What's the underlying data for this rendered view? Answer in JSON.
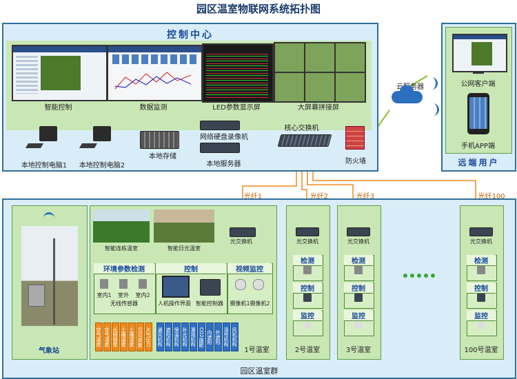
{
  "title": "园区温室物联网系统拓扑图",
  "control_center": {
    "header": "控制中心",
    "screens": [
      {
        "label": "智能控制"
      },
      {
        "label": "数据监测"
      },
      {
        "label": "LED参数显示屏"
      },
      {
        "label": "大屏幕拼接屏"
      }
    ],
    "devices": {
      "pc1": "本地控制电脑1",
      "pc2": "本地控制电脑2",
      "storage": "本地存储",
      "nvr": "网络硬盘录像机",
      "server": "本地服务器",
      "core_switch": "核心交换机",
      "firewall": "防火墙"
    }
  },
  "cloud": {
    "label": "云服务器"
  },
  "remote": {
    "header": "远端用户",
    "public_client": "公网客户端",
    "app_client": "手机APP端"
  },
  "fibers": [
    "光纤1",
    "光纤2",
    "光纤3",
    "光纤100"
  ],
  "greenhouse_group": {
    "label": "园区温室群",
    "weather_station": "气象站",
    "gh1": {
      "name": "1号温室",
      "photo1": "智能连栋温室",
      "photo2": "智能日光温室",
      "switch": "光交换机",
      "env_header": "环境参数检测",
      "control_header": "控制",
      "video_header": "视频监控",
      "sensors": [
        "室内1",
        "室外",
        "室内2"
      ],
      "sensor_caption": "无线传感器",
      "hmi": "人机操作界面",
      "controller": "智能控制器",
      "cams": [
        "摄像机1",
        "摄像机2"
      ],
      "orange_labels": [
        "空气温度",
        "空气湿度",
        "光照强度",
        "土壤温度",
        "土壤湿度",
        "CO2浓度",
        "大气压力"
      ],
      "blue_labels": [
        "通风机构",
        "遮阳机构",
        "保温机构",
        "补光机构",
        "灌溉机构",
        "CO2施肥",
        "内遮阳",
        "外遮阳",
        "湿帘机构",
        "风机机构"
      ]
    },
    "small_houses": [
      {
        "name": "2号温室",
        "switch": "光交换机",
        "detect": "检测",
        "control": "控制",
        "monitor": "监控"
      },
      {
        "name": "3号温室",
        "switch": "光交换机",
        "detect": "检测",
        "control": "控制",
        "monitor": "监控"
      },
      {
        "name": "100号温室",
        "switch": "光交换机",
        "detect": "检测",
        "control": "控制",
        "monitor": "监控"
      }
    ]
  }
}
